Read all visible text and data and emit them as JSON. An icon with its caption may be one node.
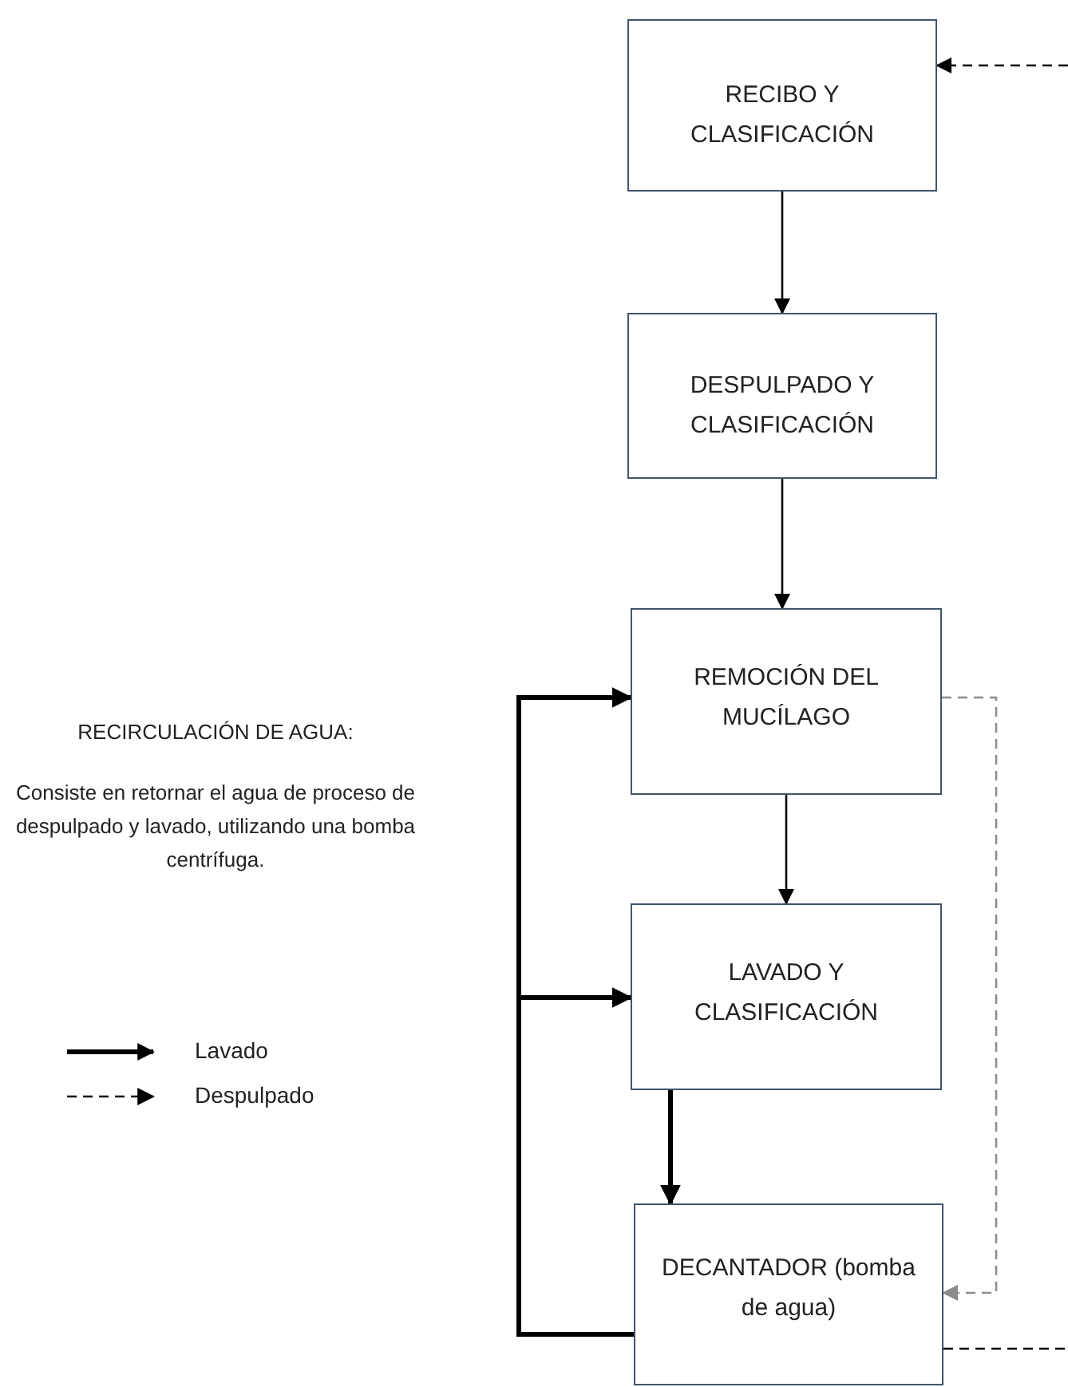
{
  "diagram": {
    "nodes": [
      {
        "text": [
          "RECIBO Y CLASIFICACIÓN"
        ]
      },
      {
        "text": [
          "DESPULPADO Y CLASIFICACIÓN"
        ]
      },
      {
        "text": [
          "REMOCIÓN DEL MUCÍLAGO"
        ]
      },
      {
        "text": [
          "LAVADO Y CLASIFICACIÓN"
        ]
      },
      {
        "text": [
          "DECANTADOR (bomba de agua)"
        ]
      }
    ],
    "edges": [
      {
        "from": 0,
        "to": 1,
        "arrow": "to"
      },
      {
        "from": 1,
        "to": 2,
        "arrow": "to"
      },
      {
        "from": 2,
        "to": 3,
        "arrow": "to"
      },
      {
        "from": 3,
        "to": 4,
        "arrow": "to",
        "style": "thick"
      },
      {
        "from": 4,
        "to": 2,
        "arrow": "to",
        "style": "thick"
      },
      {
        "from": 4,
        "to": 3,
        "arrow": "to",
        "style": "thick"
      },
      {
        "from": 2,
        "to": 4,
        "arrow": "to",
        "style": "dashed",
        "color": "#8c8c8c"
      },
      {
        "from": 4,
        "to": null,
        "arrow": "none",
        "style": "dashed"
      },
      {
        "from": null,
        "to": 0,
        "arrow": "to",
        "style": "dashed"
      }
    ],
    "labels": [
      "RECIRCULACIÓN DE AGUA:",
      "Consiste en retornar el agua de proceso de despulpado y lavado, utilizando una bomba centrífuga."
    ],
    "legend": [
      {
        "text": "Lavado"
      },
      {
        "text": "Despulpado"
      }
    ]
  }
}
